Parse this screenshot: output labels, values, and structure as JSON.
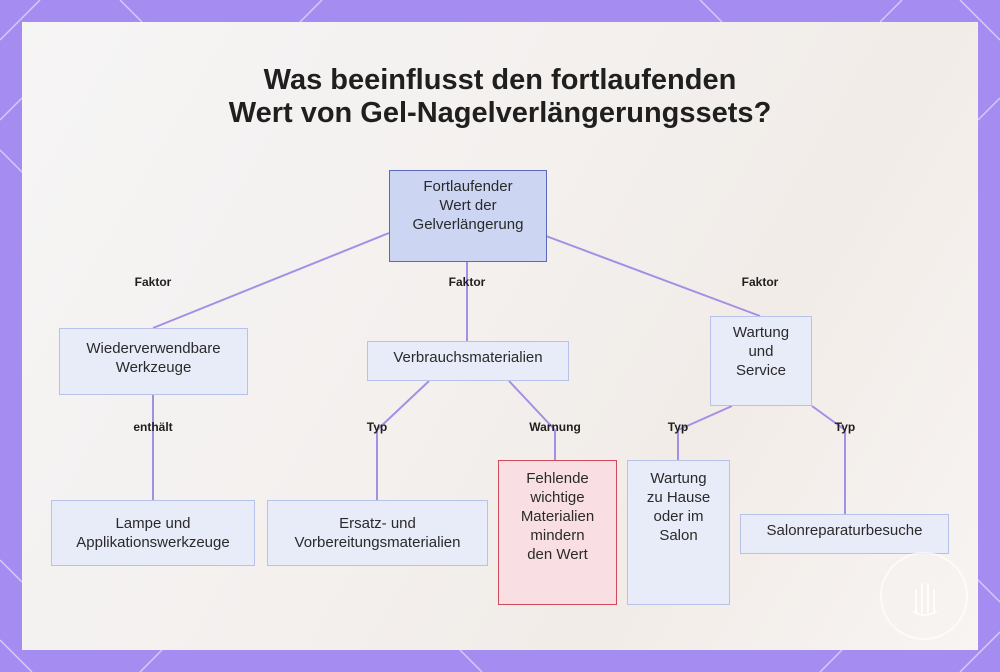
{
  "title": {
    "line1": "Was beeinflusst den fortlaufenden",
    "line2": "Wert von Gel-Nagelverlängerungssets?"
  },
  "colors": {
    "frame": "#a48cf0",
    "edge": "#a58ee6",
    "node_fill": "#e8ecf8",
    "root_fill": "#ccd6f3",
    "warning_fill": "#f9dfe3",
    "warning_border": "#d04a5a"
  },
  "nodes": {
    "root": "Fortlaufender\nWert der\nGelverlängerung",
    "tools": "Wiederverwendbare\nWerkzeuge",
    "consumables": "Verbrauchsmaterialien",
    "maintenance": "Wartung\nund\nService",
    "lamp": "Lampe und\nApplikationswerkzeuge",
    "replacement": "Ersatz- und\nVorbereitungsmaterialien",
    "missing": "Fehlende\nwichtige\nMaterialien\nmindern\nden Wert",
    "home_salon": "Wartung\nzu Hause\noder im\nSalon",
    "repair": "Salonreparaturbesuche"
  },
  "edge_labels": {
    "factor_left": "Faktor",
    "factor_mid": "Faktor",
    "factor_right": "Faktor",
    "contains": "enthält",
    "type_consumables": "Typ",
    "warning": "Warnung",
    "type_home": "Typ",
    "type_repair": "Typ"
  },
  "logo_icon": "hand-logo-icon"
}
